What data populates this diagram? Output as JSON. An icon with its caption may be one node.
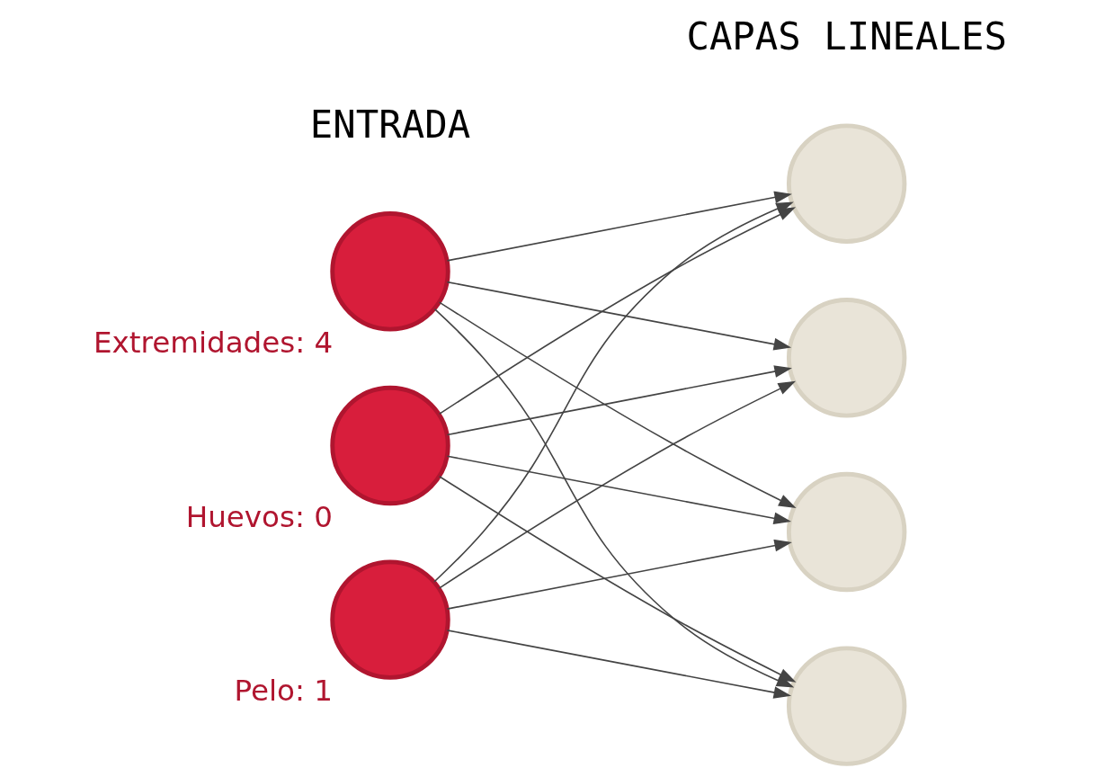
{
  "diagram": {
    "nodes": [
      {
        "text": [],
        "shape": "circle",
        "beside": [
          "Extremidades: 4"
        ]
      },
      {
        "text": [],
        "shape": "circle",
        "beside": [
          "Huevos: 0"
        ]
      },
      {
        "text": [],
        "shape": "circle",
        "beside": [
          "Pelo: 1"
        ]
      },
      {
        "text": [],
        "shape": "circle"
      },
      {
        "text": [],
        "shape": "circle"
      },
      {
        "text": [],
        "shape": "circle"
      },
      {
        "text": [],
        "shape": "circle"
      }
    ],
    "edges": [
      {
        "from": 0,
        "to": 3,
        "arrow": "to"
      },
      {
        "from": 0,
        "to": 4,
        "arrow": "to"
      },
      {
        "from": 0,
        "to": 5,
        "arrow": "to"
      },
      {
        "from": 0,
        "to": 6,
        "arrow": "to"
      },
      {
        "from": 1,
        "to": 3,
        "arrow": "to"
      },
      {
        "from": 1,
        "to": 4,
        "arrow": "to"
      },
      {
        "from": 1,
        "to": 5,
        "arrow": "to"
      },
      {
        "from": 1,
        "to": 6,
        "arrow": "to"
      },
      {
        "from": 2,
        "to": 3,
        "arrow": "to"
      },
      {
        "from": 2,
        "to": 4,
        "arrow": "to"
      },
      {
        "from": 2,
        "to": 5,
        "arrow": "to"
      },
      {
        "from": 2,
        "to": 6,
        "arrow": "to"
      }
    ],
    "labels": [
      "ENTRADA",
      "CAPAS LINEALES"
    ]
  }
}
